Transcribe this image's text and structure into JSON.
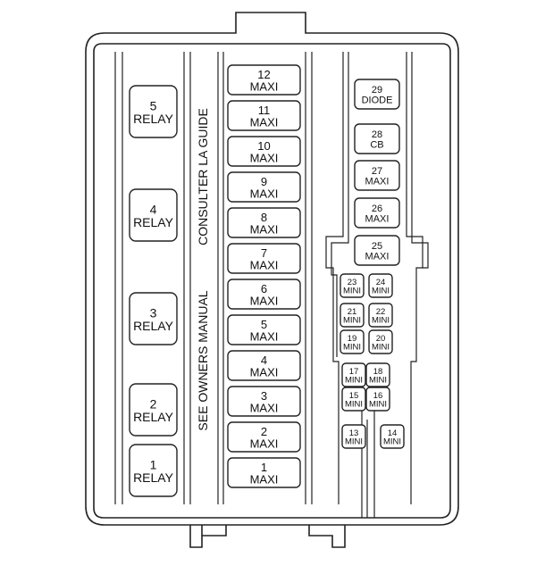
{
  "relays": [
    {
      "num": "5",
      "label": "RELAY"
    },
    {
      "num": "4",
      "label": "RELAY"
    },
    {
      "num": "3",
      "label": "RELAY"
    },
    {
      "num": "2",
      "label": "RELAY"
    },
    {
      "num": "1",
      "label": "RELAY"
    }
  ],
  "side_text": {
    "upper": "CONSULTER LA GUIDE",
    "lower": "SEE OWNERS MANUAL"
  },
  "maxi_fuses": [
    {
      "num": "12",
      "label": "MAXI"
    },
    {
      "num": "11",
      "label": "MAXI"
    },
    {
      "num": "10",
      "label": "MAXI"
    },
    {
      "num": "9",
      "label": "MAXI"
    },
    {
      "num": "8",
      "label": "MAXI"
    },
    {
      "num": "7",
      "label": "MAXI"
    },
    {
      "num": "6",
      "label": "MAXI"
    },
    {
      "num": "5",
      "label": "MAXI"
    },
    {
      "num": "4",
      "label": "MAXI"
    },
    {
      "num": "3",
      "label": "MAXI"
    },
    {
      "num": "2",
      "label": "MAXI"
    },
    {
      "num": "1",
      "label": "MAXI"
    }
  ],
  "right_fuses": [
    {
      "num": "29",
      "label": "DIODE"
    },
    {
      "num": "28",
      "label": "CB"
    },
    {
      "num": "27",
      "label": "MAXI"
    },
    {
      "num": "26",
      "label": "MAXI"
    },
    {
      "num": "25",
      "label": "MAXI"
    }
  ],
  "mini_fuses": [
    {
      "num": "23",
      "label": "MINI"
    },
    {
      "num": "24",
      "label": "MINI"
    },
    {
      "num": "21",
      "label": "MINI"
    },
    {
      "num": "22",
      "label": "MINI"
    },
    {
      "num": "19",
      "label": "MINI"
    },
    {
      "num": "20",
      "label": "MINI"
    },
    {
      "num": "17",
      "label": "MINI"
    },
    {
      "num": "18",
      "label": "MINI"
    },
    {
      "num": "15",
      "label": "MINI"
    },
    {
      "num": "16",
      "label": "MINI"
    },
    {
      "num": "13",
      "label": "MINI"
    },
    {
      "num": "14",
      "label": "MINI"
    }
  ]
}
